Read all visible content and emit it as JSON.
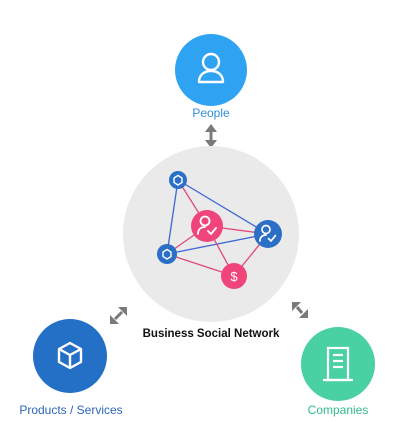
{
  "diagram": {
    "center_title": "Business Social Network",
    "nodes": [
      {
        "id": "people",
        "label": "People",
        "icon": "person-icon",
        "color": "#2ea3f2",
        "label_color": "#2f8fd6"
      },
      {
        "id": "products",
        "label": "Products / Services",
        "icon": "cube-icon",
        "color": "#2470c7",
        "label_color": "#2b66b8"
      },
      {
        "id": "companies",
        "label": "Companies",
        "icon": "building-icon",
        "color": "#49d1a4",
        "label_color": "#32b98f"
      }
    ],
    "network_colors": {
      "circle_bg": "#eaeaea",
      "blue_node": "#2b6fc6",
      "pink_node": "#f0457a",
      "blue_line": "#3f66d6",
      "pink_line": "#e0497d",
      "arrow": "#7a7a7a"
    }
  }
}
